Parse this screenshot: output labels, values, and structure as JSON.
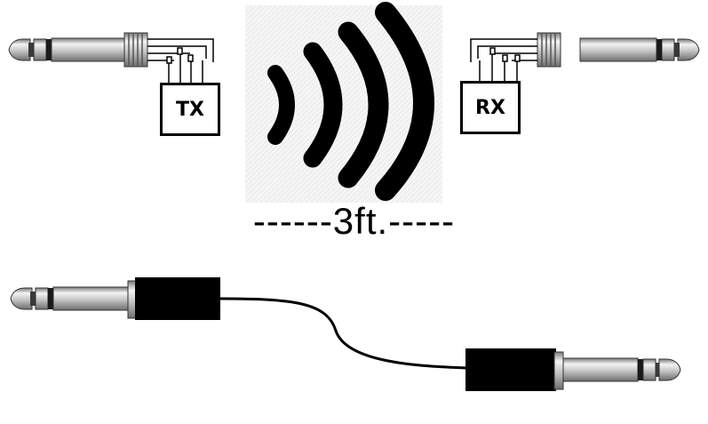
{
  "transmitter": {
    "label": "TX"
  },
  "receiver": {
    "label": "RX"
  },
  "distance": {
    "label": "------3ft.-----"
  },
  "colors": {
    "ink": "#000000",
    "metal_light": "#f2f2f2",
    "metal_mid": "#b5b5b5",
    "metal_dark": "#6a6a6a",
    "wave_background": "#eeeeee"
  },
  "icons": {
    "wireless": "wireless-waves-icon",
    "plug": "trs-quarter-inch-plug-icon"
  }
}
